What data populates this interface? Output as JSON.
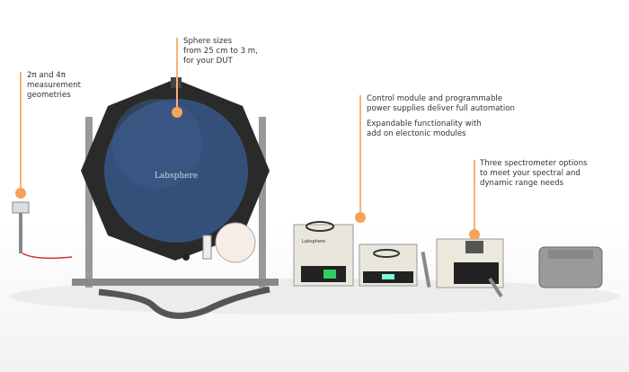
{
  "callouts": [
    {
      "text": "2π and 4π\nmeasurement\ngeometries"
    },
    {
      "text": "Sphere sizes\nfrom 25 cm to 3 m,\nfor your DUT"
    },
    {
      "text": "Control module and programmable\npower supplies deliver full automation"
    },
    {
      "text": "Expandable functionality with\nadd on electonic modules"
    },
    {
      "text": "Three spectrometer options\nto meet your spectral and\ndynamic range needs"
    }
  ],
  "sphere_logo": "Labsphere",
  "module_logo": "Labsphere",
  "colors": {
    "accent": "#f7a25c",
    "sphere": "#2f4f7a",
    "frame": "#2a2a2a"
  }
}
